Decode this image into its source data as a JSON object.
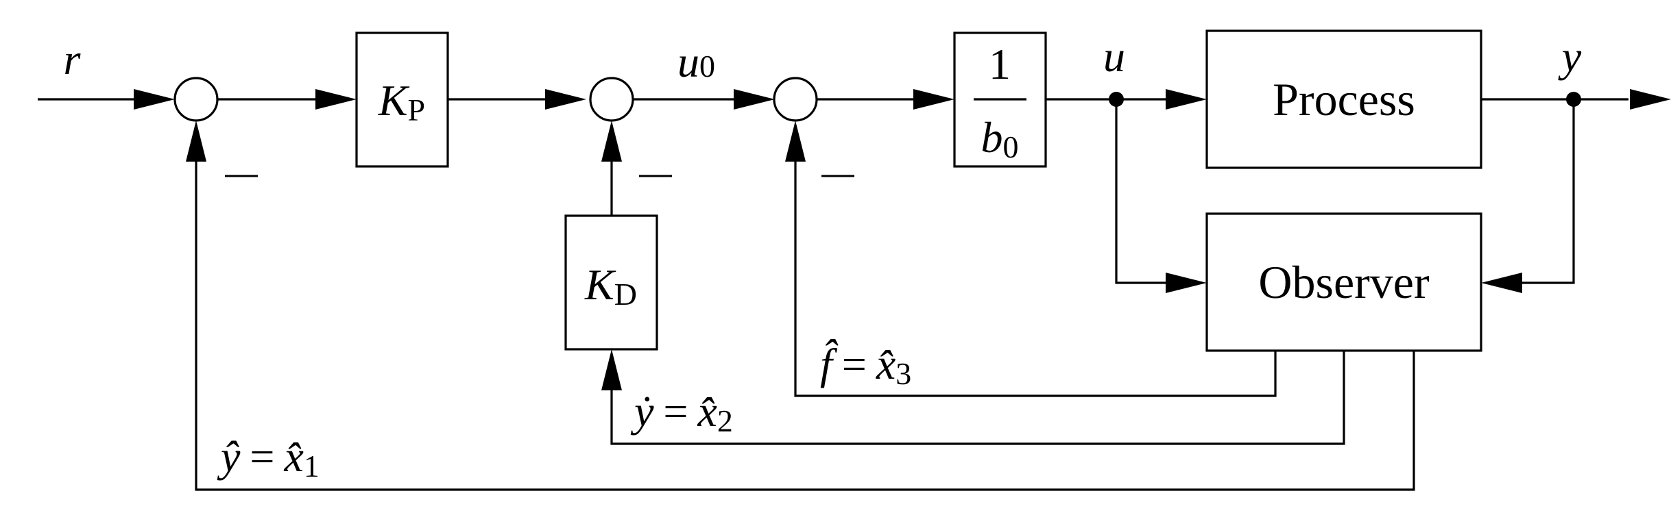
{
  "signals": {
    "r": "r",
    "u0_base": "u",
    "u0_sub": "0",
    "u": "u",
    "y": "y"
  },
  "blocks": {
    "kp_base": "K",
    "kp_sub": "P",
    "kd_base": "K",
    "kd_sub": "D",
    "gain_num": "1",
    "gain_den_base": "b",
    "gain_den_sub": "0",
    "process": "Process",
    "observer": "Observer"
  },
  "summing_junctions": {
    "minus_sign": "–"
  },
  "feedback_labels": {
    "x1": {
      "lhs": "ŷ",
      "eq": "=",
      "rhs": "x̂",
      "sub": "1"
    },
    "x2": {
      "lhs": "ẏ",
      "eq": "=",
      "rhs": "x̂",
      "sub": "2"
    },
    "x3": {
      "lhs": "f̂",
      "eq": "=",
      "rhs": "x̂",
      "sub": "3"
    }
  }
}
